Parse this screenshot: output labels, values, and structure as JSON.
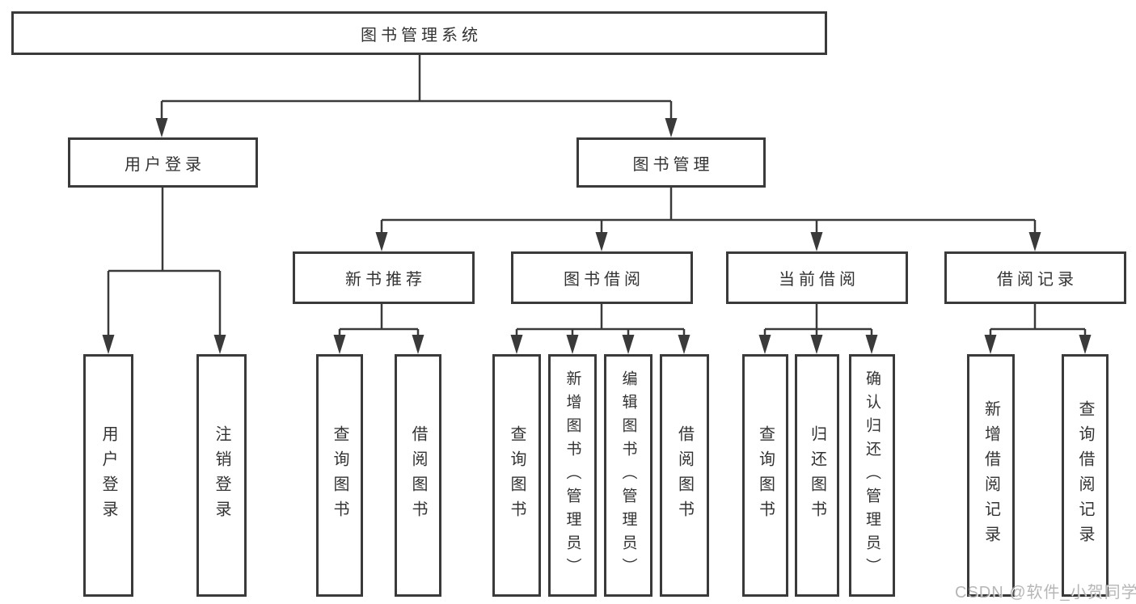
{
  "diagram": {
    "type": "tree",
    "root": {
      "label": "图书管理系统",
      "children": [
        {
          "label": "用户登录",
          "children": [
            {
              "label": "用户登录"
            },
            {
              "label": "注销登录"
            }
          ]
        },
        {
          "label": "图书管理",
          "children": [
            {
              "label": "新书推荐",
              "children": [
                {
                  "label": "查询图书"
                },
                {
                  "label": "借阅图书"
                }
              ]
            },
            {
              "label": "图书借阅",
              "children": [
                {
                  "label": "查询图书"
                },
                {
                  "label": "新增图书（管理员）"
                },
                {
                  "label": "编辑图书（管理员）"
                },
                {
                  "label": "借阅图书"
                }
              ]
            },
            {
              "label": "当前借阅",
              "children": [
                {
                  "label": "查询图书"
                },
                {
                  "label": "归还图书"
                },
                {
                  "label": "确认归还（管理员）"
                }
              ]
            },
            {
              "label": "借阅记录",
              "children": [
                {
                  "label": "新增借阅记录"
                },
                {
                  "label": "查询借阅记录"
                }
              ]
            }
          ]
        }
      ]
    }
  },
  "watermark": {
    "text": "CSDN @软件_小贺同学"
  },
  "colors": {
    "line": "#3a3a3a",
    "box_border": "#3a3a3a",
    "text": "#333333",
    "background": "#ffffff",
    "watermark": "#9e9e9e"
  }
}
